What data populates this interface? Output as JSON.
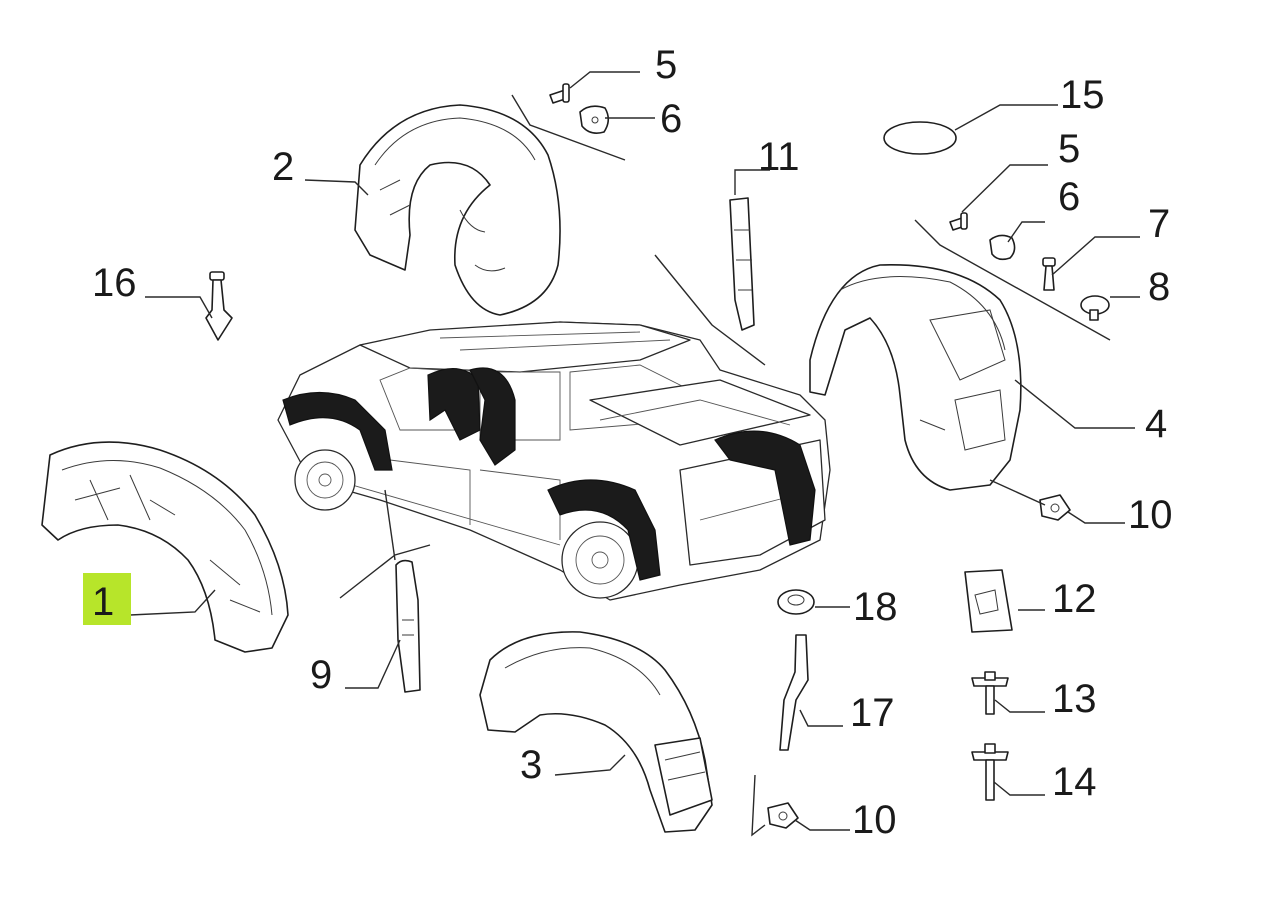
{
  "highlight_color": "#b7e52a",
  "callouts": [
    {
      "id": "1",
      "label": "1",
      "highlighted": true
    },
    {
      "id": "2",
      "label": "2"
    },
    {
      "id": "3",
      "label": "3"
    },
    {
      "id": "4",
      "label": "4"
    },
    {
      "id": "5a",
      "label": "5"
    },
    {
      "id": "5b",
      "label": "5"
    },
    {
      "id": "6a",
      "label": "6"
    },
    {
      "id": "6b",
      "label": "6"
    },
    {
      "id": "7",
      "label": "7"
    },
    {
      "id": "8",
      "label": "8"
    },
    {
      "id": "9",
      "label": "9"
    },
    {
      "id": "10a",
      "label": "10"
    },
    {
      "id": "10b",
      "label": "10"
    },
    {
      "id": "11",
      "label": "11"
    },
    {
      "id": "12",
      "label": "12"
    },
    {
      "id": "13",
      "label": "13"
    },
    {
      "id": "14",
      "label": "14"
    },
    {
      "id": "15",
      "label": "15"
    },
    {
      "id": "16",
      "label": "16"
    },
    {
      "id": "17",
      "label": "17"
    },
    {
      "id": "18",
      "label": "18"
    }
  ]
}
